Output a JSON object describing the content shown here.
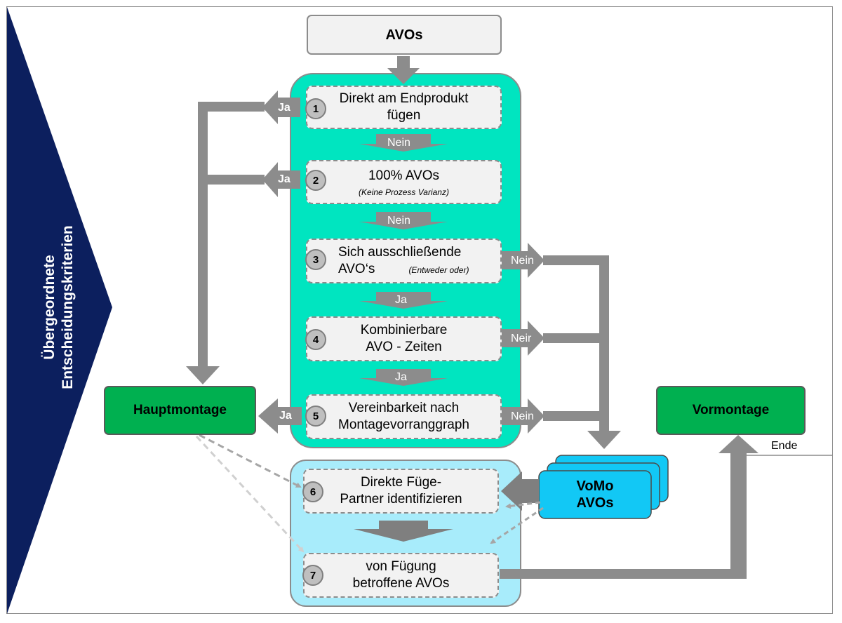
{
  "side_label": {
    "line1": "Übergeordnete",
    "line2": "Entscheidungskriterien"
  },
  "start": {
    "label": "AVOs"
  },
  "steps": [
    {
      "num": "1",
      "line1": "Direkt am Endprodukt",
      "line2": "fügen"
    },
    {
      "num": "2",
      "line1": "100% AVOs",
      "note": "(Keine Prozess Varianz)"
    },
    {
      "num": "3",
      "line1": "Sich ausschließende",
      "line2": "AVO‘s",
      "note": "(Entweder oder)"
    },
    {
      "num": "4",
      "line1": "Kombinierbare",
      "line2": "AVO - Zeiten"
    },
    {
      "num": "5",
      "line1": "Vereinbarkeit nach",
      "line2": "Montagevorranggraph"
    },
    {
      "num": "6",
      "line1": "Direkte Füge-",
      "line2": "Partner identifizieren"
    },
    {
      "num": "7",
      "line1": "von Fügung",
      "line2": "betroffene AVOs"
    }
  ],
  "down_labels": [
    "Nein",
    "Nein",
    "Ja",
    "Ja"
  ],
  "yes_labels": [
    "Ja",
    "Ja",
    "Ja"
  ],
  "no_labels": [
    "Nein",
    "Neir",
    "Nein"
  ],
  "outcomes": {
    "haupt": "Hauptmontage",
    "vor": "Vormontage"
  },
  "vomo": {
    "line1": "VoMo",
    "line2": "AVOs"
  },
  "end_label": "Ende",
  "colors": {
    "navy": "#0c1f5e",
    "teal": "#00e5c0",
    "light_blue": "#a8ecfb",
    "vomo_cyan": "#12c8f5",
    "green": "#00b050",
    "arrow_gray": "#8c8c8c"
  }
}
